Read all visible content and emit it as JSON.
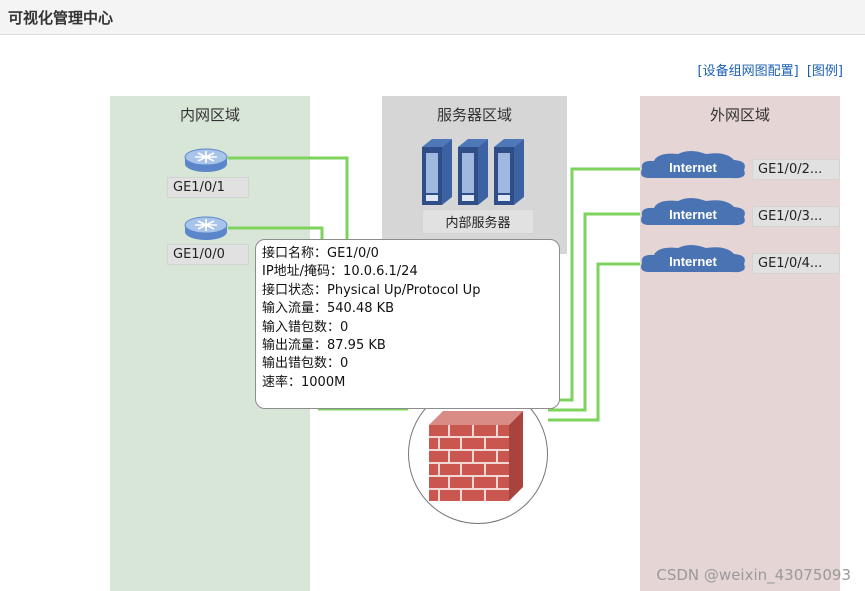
{
  "header": {
    "title": "可视化管理中心"
  },
  "toplinks": {
    "config": "[设备组网图配置]",
    "legend": "[图例]"
  },
  "zones": {
    "intranet": "内网区域",
    "server": "服务器区域",
    "extranet": "外网区域"
  },
  "intranet_devices": [
    {
      "label": "GE1/0/1",
      "icon": "router-icon"
    },
    {
      "label": "GE1/0/0",
      "icon": "router-icon"
    }
  ],
  "server": {
    "label": "内部服务器",
    "icon": "server-rack-icon"
  },
  "extranet_devices": [
    {
      "cloud": "Internet",
      "label": "GE1/0/2...",
      "icon": "cloud-icon"
    },
    {
      "cloud": "Internet",
      "label": "GE1/0/3...",
      "icon": "cloud-icon"
    },
    {
      "cloud": "Internet",
      "label": "GE1/0/4...",
      "icon": "cloud-icon"
    }
  ],
  "tooltip": {
    "lines": [
      "接口名称：GE1/0/0",
      "IP地址/掩码：10.0.6.1/24",
      "接口状态：Physical Up/Protocol Up",
      "输入流量：540.48 KB",
      "输入错包数：0",
      "输出流量：87.95 KB",
      "输出错包数：0",
      "速率：1000M"
    ]
  },
  "firewall": {
    "icon": "firewall-icon"
  },
  "watermark": "CSDN @weixin_43075093",
  "colors": {
    "link": "#7dd35c",
    "intranet_bg": "#d8e6d8",
    "server_bg": "#d6d6d6",
    "extranet_bg": "#e6d5d5",
    "link_text": "#1a5fb4"
  }
}
